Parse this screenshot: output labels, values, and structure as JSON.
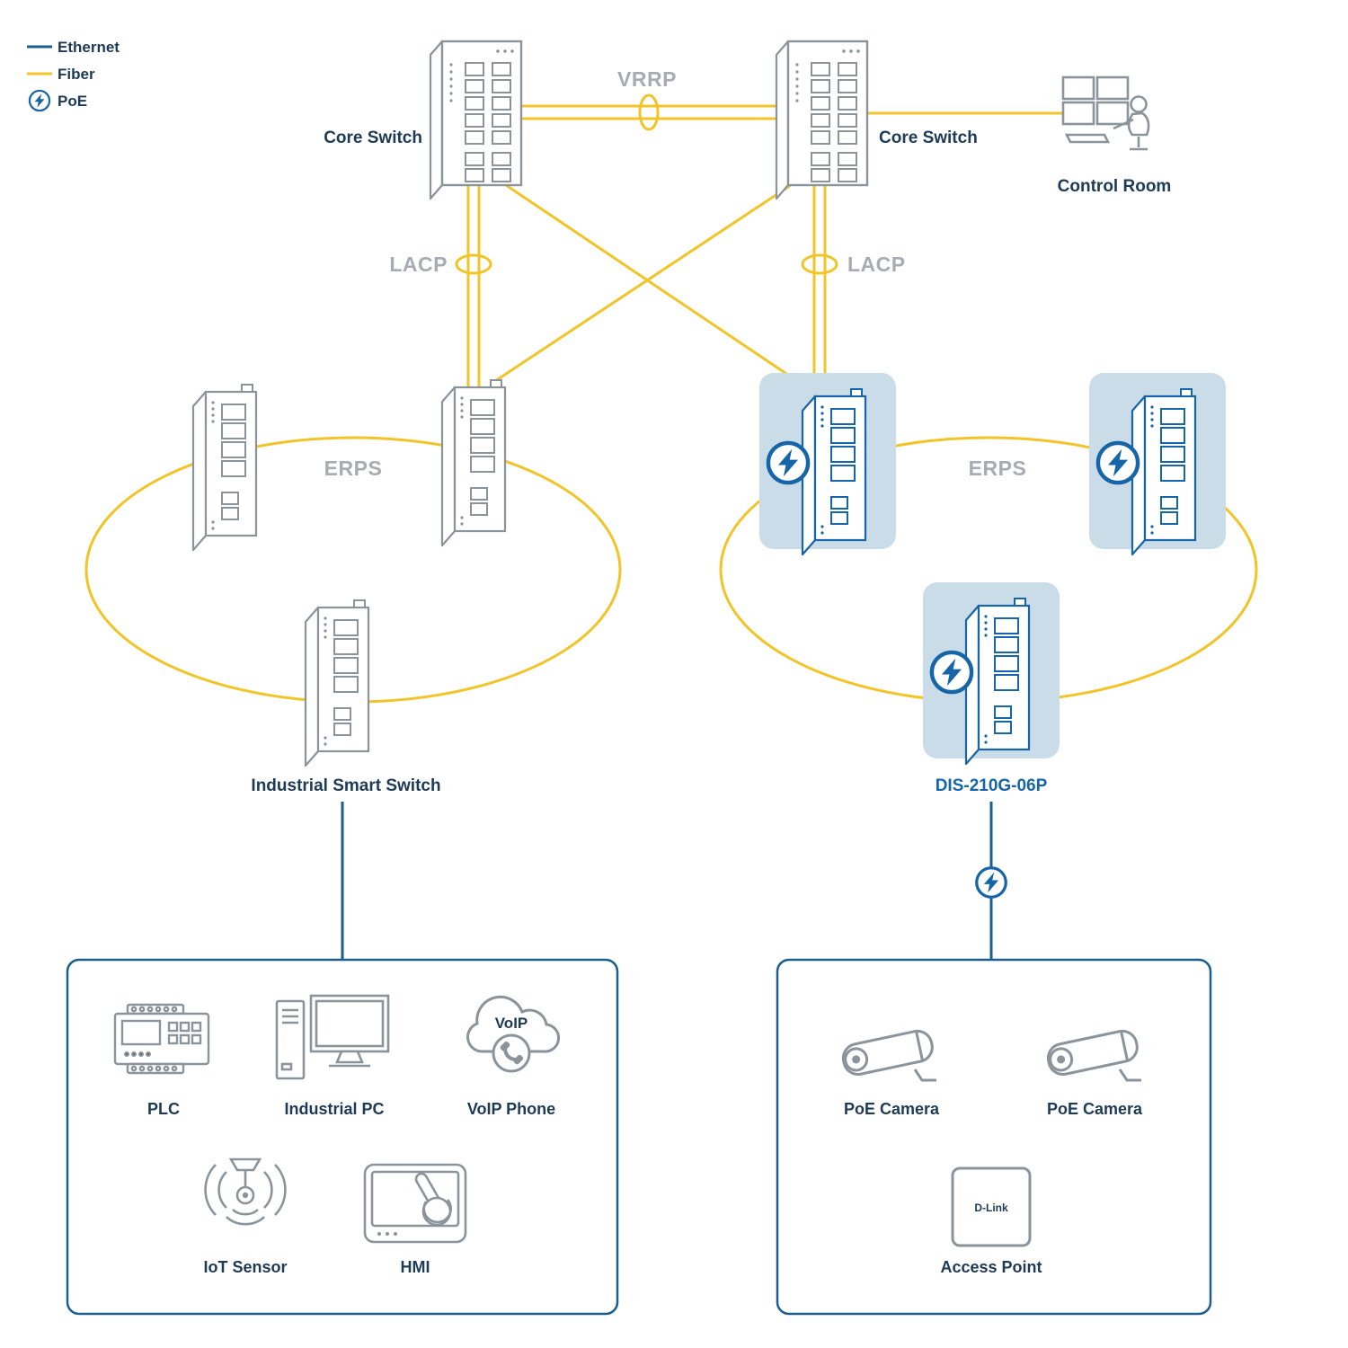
{
  "colors": {
    "ethernet_blue": "#1a5f8e",
    "fiber_yellow": "#f2c428",
    "icon_gray": "#8b939b",
    "label_navy": "#1d3a56",
    "muted_label_gray": "#a6acb2",
    "poe_blue": "#1565a8",
    "poe_tile_bg": "#cadce8"
  },
  "legend": {
    "ethernet": "Ethernet",
    "fiber": "Fiber",
    "poe": "PoE"
  },
  "core": {
    "left_label": "Core Switch",
    "right_label": "Core Switch",
    "vrrp": "VRRP",
    "control_room": "Control Room"
  },
  "trunks": {
    "lacp_left": "LACP",
    "lacp_right": "LACP"
  },
  "rings": {
    "left": {
      "erps": "ERPS",
      "switch_label": "Industrial Smart Switch"
    },
    "right": {
      "erps": "ERPS",
      "switch_label": "DIS-210G-06P"
    }
  },
  "left_box": {
    "devices": [
      {
        "label": "PLC"
      },
      {
        "label": "Industrial PC"
      },
      {
        "label": "VoIP Phone"
      },
      {
        "label": "IoT Sensor"
      },
      {
        "label": "HMI"
      }
    ],
    "voip_cloud_text": "VoIP"
  },
  "right_box": {
    "devices": [
      {
        "label": "PoE Camera"
      },
      {
        "label": "PoE Camera"
      },
      {
        "label": "Access Point"
      }
    ],
    "ap_brand": "D-Link"
  }
}
